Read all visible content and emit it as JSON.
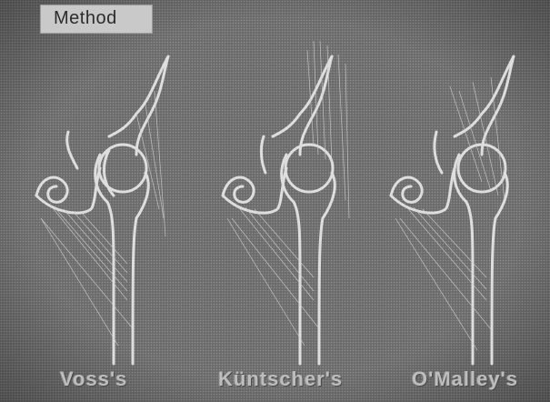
{
  "title": "Method",
  "labels": {
    "voss": "Voss's",
    "kuntscher": "Küntscher's",
    "omalley": "O'Malley's"
  }
}
